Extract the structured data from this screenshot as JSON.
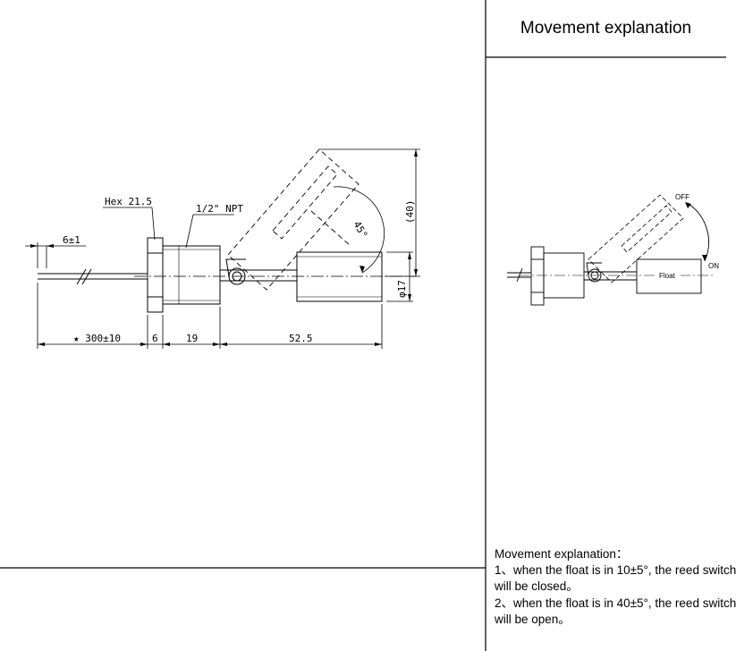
{
  "panel": {
    "title": "Movement explanation"
  },
  "drawing": {
    "hex_label": "Hex 21.5",
    "thread_label": "1/2\" NPT",
    "dim_strip": "6±1",
    "dim_total": "★ 300±10",
    "dim_nut": "6",
    "dim_body": "19",
    "dim_float": "52.5",
    "dim_angle": "45°",
    "dim_rise": "(40)",
    "dim_dia": "φ17"
  },
  "schematic": {
    "float_label": "Float",
    "off_label": "OFF",
    "on_label": "ON"
  },
  "notes": {
    "heading": "Movement explanation：",
    "line1": "1、when the float is in 10±5°, the reed switch",
    "line2": "will be closed。",
    "line3": "2、when the float is in 40±5°, the reed switch",
    "line4": "will be open。"
  }
}
